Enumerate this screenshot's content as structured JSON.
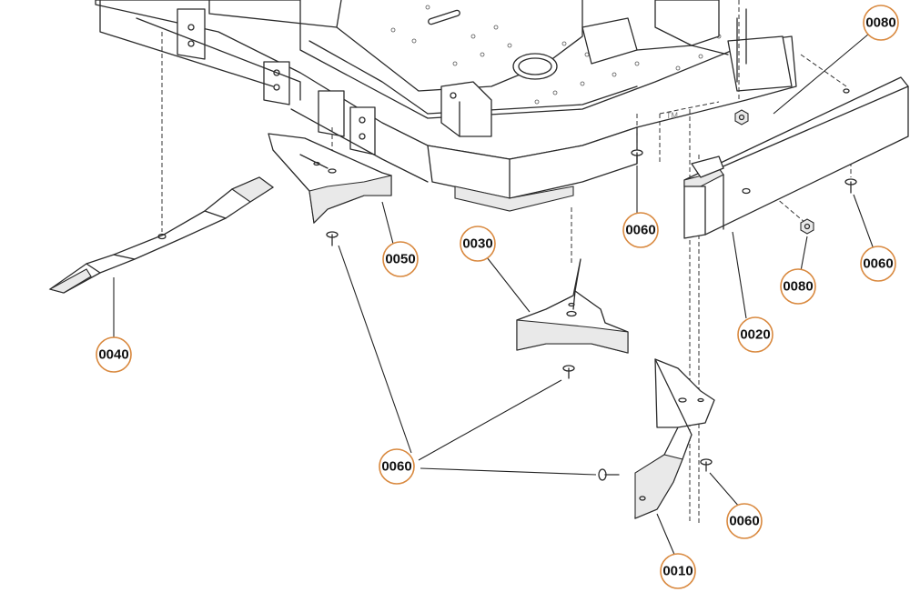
{
  "callouts": {
    "c0010": "0010",
    "c0020": "0020",
    "c0030": "0030",
    "c0040": "0040",
    "c0050": "0050",
    "c0060_a": "0060",
    "c0060_b": "0060",
    "c0060_c": "0060",
    "c0060_d": "0060",
    "c0080_a": "0080",
    "c0080_b": "0080"
  },
  "trademark": "TM",
  "colors": {
    "callout_border": "#d9893f",
    "line": "#2a2a2a"
  }
}
